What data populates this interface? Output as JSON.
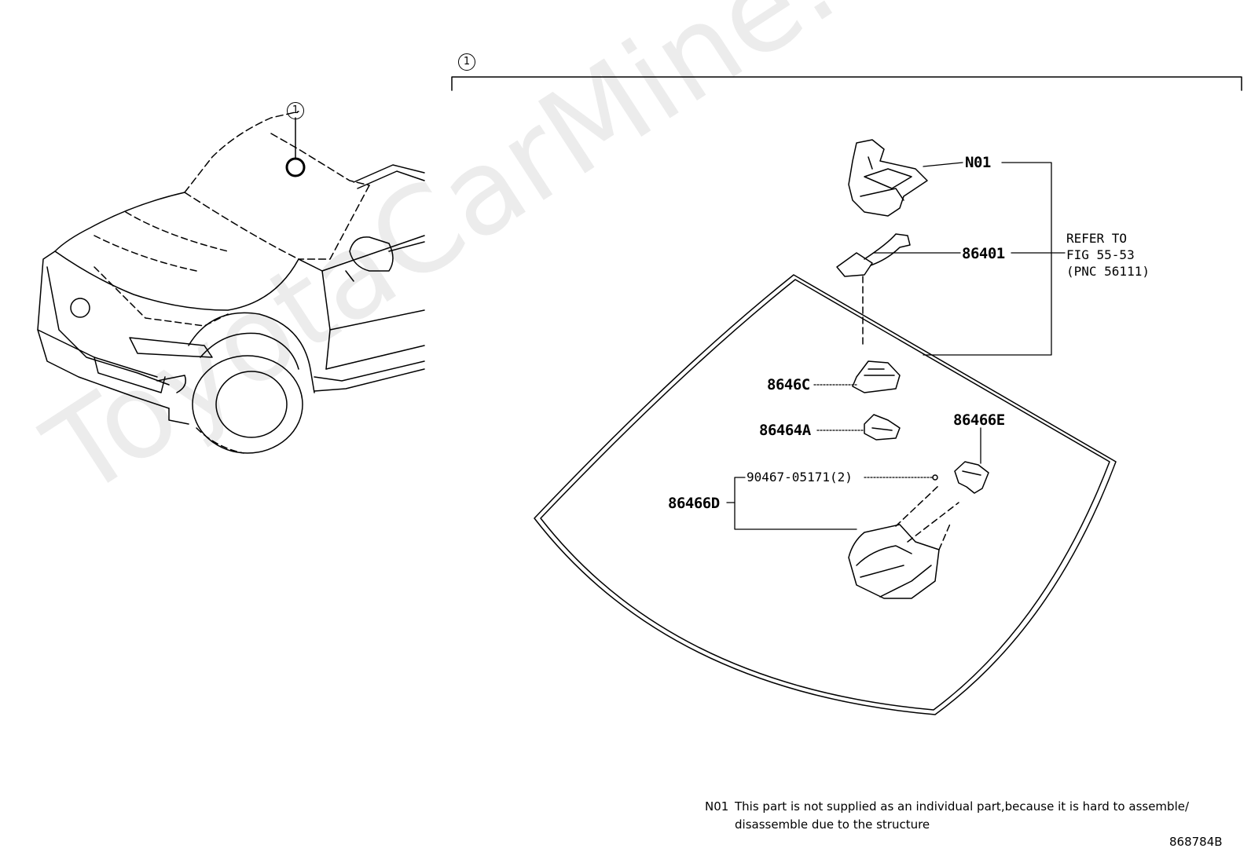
{
  "watermark": "ToyotaCarMine.ru",
  "callouts": {
    "assembly_ref": "1",
    "vehicle_ref": "1"
  },
  "parts": {
    "n01": "N01",
    "p86401": "86401",
    "p8646c": "8646C",
    "p86464a": "86464A",
    "p86466e": "86466E",
    "p90467": "90467-05171(2)",
    "p86466d": "86466D"
  },
  "reference": {
    "line1": "REFER TO",
    "line2": "FIG 55-53",
    "line3": "(PNC 56111)"
  },
  "note": {
    "code": "N01",
    "line1": "This part is not supplied as an individual part,because it is hard to assemble/",
    "line2": "disassemble due to the structure"
  },
  "diagram_id": "868784B"
}
